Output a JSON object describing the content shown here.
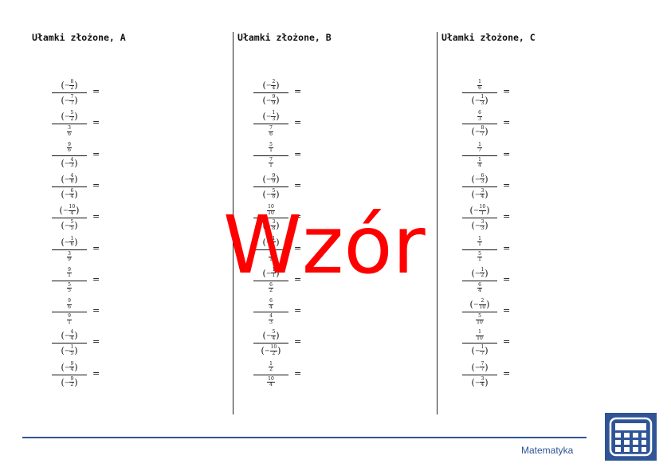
{
  "columns": [
    {
      "title": "Ułamki złożone, A",
      "items": [
        {
          "num": {
            "neg": true,
            "n": "8",
            "d": "2"
          },
          "den": {
            "neg": true,
            "n": "7",
            "d": "7"
          }
        },
        {
          "num": {
            "neg": true,
            "n": "5",
            "d": "2"
          },
          "den": {
            "neg": false,
            "n": "3",
            "d": "6"
          }
        },
        {
          "num": {
            "neg": false,
            "n": "9",
            "d": "6"
          },
          "den": {
            "neg": true,
            "n": "4",
            "d": "3"
          }
        },
        {
          "num": {
            "neg": true,
            "n": "4",
            "d": "8"
          },
          "den": {
            "neg": true,
            "n": "6",
            "d": "4"
          }
        },
        {
          "num": {
            "neg": true,
            "n": "10",
            "d": "4"
          },
          "den": {
            "neg": true,
            "n": "5",
            "d": "5"
          }
        },
        {
          "num": {
            "neg": true,
            "n": "1",
            "d": "6"
          },
          "den": {
            "neg": false,
            "n": "3",
            "d": "9"
          }
        },
        {
          "num": {
            "neg": false,
            "n": "9",
            "d": "1"
          },
          "den": {
            "neg": false,
            "n": "5",
            "d": "5"
          }
        },
        {
          "num": {
            "neg": false,
            "n": "9",
            "d": "6"
          },
          "den": {
            "neg": false,
            "n": "9",
            "d": "1"
          }
        },
        {
          "num": {
            "neg": true,
            "n": "4",
            "d": "4"
          },
          "den": {
            "neg": true,
            "n": "1",
            "d": "5"
          }
        },
        {
          "num": {
            "neg": true,
            "n": "9",
            "d": "4"
          },
          "den": {
            "neg": true,
            "n": "9",
            "d": "2"
          }
        }
      ]
    },
    {
      "title": "Ułamki złożone, B",
      "items": [
        {
          "num": {
            "neg": true,
            "n": "2",
            "d": "4"
          },
          "den": {
            "neg": true,
            "n": "9",
            "d": "9"
          }
        },
        {
          "num": {
            "neg": true,
            "n": "1",
            "d": "3"
          },
          "den": {
            "neg": false,
            "n": "7",
            "d": "6"
          }
        },
        {
          "num": {
            "neg": false,
            "n": "5",
            "d": "1"
          },
          "den": {
            "neg": false,
            "n": "7",
            "d": "1"
          }
        },
        {
          "num": {
            "neg": true,
            "n": "9",
            "d": "9"
          },
          "den": {
            "neg": true,
            "n": "5",
            "d": "8"
          }
        },
        {
          "num": {
            "neg": false,
            "n": "10",
            "d": "10"
          },
          "den": {
            "neg": true,
            "n": "3",
            "d": "8"
          }
        },
        {
          "num": {
            "neg": true,
            "n": "1",
            "d": "1"
          },
          "den": {
            "neg": false,
            "n": "1",
            "d": "1"
          }
        },
        {
          "num": {
            "neg": true,
            "n": "1",
            "d": "1"
          },
          "den": {
            "neg": false,
            "n": "6",
            "d": "2"
          }
        },
        {
          "num": {
            "neg": false,
            "n": "6",
            "d": "4"
          },
          "den": {
            "neg": false,
            "n": "4",
            "d": "3"
          }
        },
        {
          "num": {
            "neg": true,
            "n": "5",
            "d": "4"
          },
          "den": {
            "neg": true,
            "n": "10",
            "d": "2"
          }
        },
        {
          "num": {
            "neg": false,
            "n": "1",
            "d": "2"
          },
          "den": {
            "neg": false,
            "n": "10",
            "d": "4"
          }
        }
      ]
    },
    {
      "title": "Ułamki złożone, C",
      "items": [
        {
          "num": {
            "neg": false,
            "n": "1",
            "d": "6"
          },
          "den": {
            "neg": true,
            "n": "1",
            "d": "3"
          }
        },
        {
          "num": {
            "neg": false,
            "n": "6",
            "d": "3"
          },
          "den": {
            "neg": true,
            "n": "8",
            "d": "7"
          }
        },
        {
          "num": {
            "neg": false,
            "n": "1",
            "d": "7"
          },
          "den": {
            "neg": false,
            "n": "1",
            "d": "4"
          }
        },
        {
          "num": {
            "neg": true,
            "n": "6",
            "d": "3"
          },
          "den": {
            "neg": true,
            "n": "3",
            "d": "4"
          }
        },
        {
          "num": {
            "neg": true,
            "n": "10",
            "d": "1"
          },
          "den": {
            "neg": true,
            "n": "3",
            "d": "3"
          }
        },
        {
          "num": {
            "neg": false,
            "n": "1",
            "d": "1"
          },
          "den": {
            "neg": false,
            "n": "5",
            "d": "1"
          }
        },
        {
          "num": {
            "neg": true,
            "n": "1",
            "d": "2"
          },
          "den": {
            "neg": false,
            "n": "6",
            "d": "4"
          }
        },
        {
          "num": {
            "neg": true,
            "n": "2",
            "d": "10"
          },
          "den": {
            "neg": false,
            "n": "5",
            "d": "10"
          }
        },
        {
          "num": {
            "neg": false,
            "n": "1",
            "d": "10"
          },
          "den": {
            "neg": true,
            "n": "1",
            "d": "7"
          }
        },
        {
          "num": {
            "neg": true,
            "n": "7",
            "d": "7"
          },
          "den": {
            "neg": true,
            "n": "3",
            "d": "4"
          }
        }
      ]
    }
  ],
  "equals_sign": "=",
  "watermark": "Wzór",
  "footer": {
    "label": "Matematyka",
    "line_color": "#2f5597",
    "logo_icon": "calculator-icon"
  },
  "colors": {
    "watermark": "#ff0000",
    "brand": "#2f5597"
  }
}
